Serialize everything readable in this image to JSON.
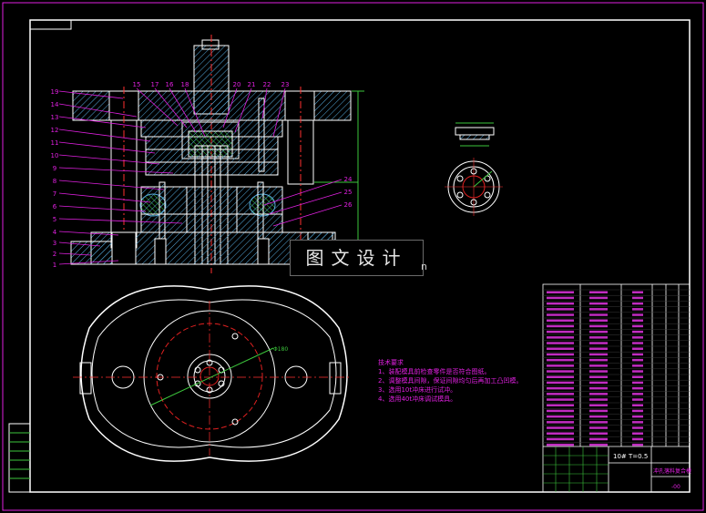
{
  "balloons_left": [
    "19",
    "14",
    "13",
    "12",
    "11",
    "10",
    "9",
    "8",
    "7",
    "6",
    "5",
    "4",
    "3",
    "2",
    "1"
  ],
  "balloons_top": [
    "15",
    "17",
    "16",
    "18",
    "20",
    "21",
    "22",
    "23"
  ],
  "balloons_right": [
    "24",
    "25",
    "26"
  ],
  "watermark": {
    "text": "图文设计",
    "suffix": "n"
  },
  "dimension_label": "Φ180",
  "tech_notes": {
    "heading": "技术要求",
    "items": [
      "1、装配模具前检查零件是否符合图纸。",
      "2、调整模具间隙，保证间隙均匀后再加工凸凹模。",
      "3、选用10t冲床进行试冲。",
      "4、选用40t冲床调试模具。"
    ]
  },
  "title_block": {
    "spec": "10# T=0.5",
    "name": "冲孔落料复合模",
    "code": "-00"
  },
  "colors": {
    "background": "#000000",
    "outline": "#ffffff",
    "dimension": "#e020e0",
    "centerline": "#ff3030",
    "hatch": "#00e0e0",
    "section_hatch_alt": "#3cc63c",
    "leader": "#e020e0"
  }
}
